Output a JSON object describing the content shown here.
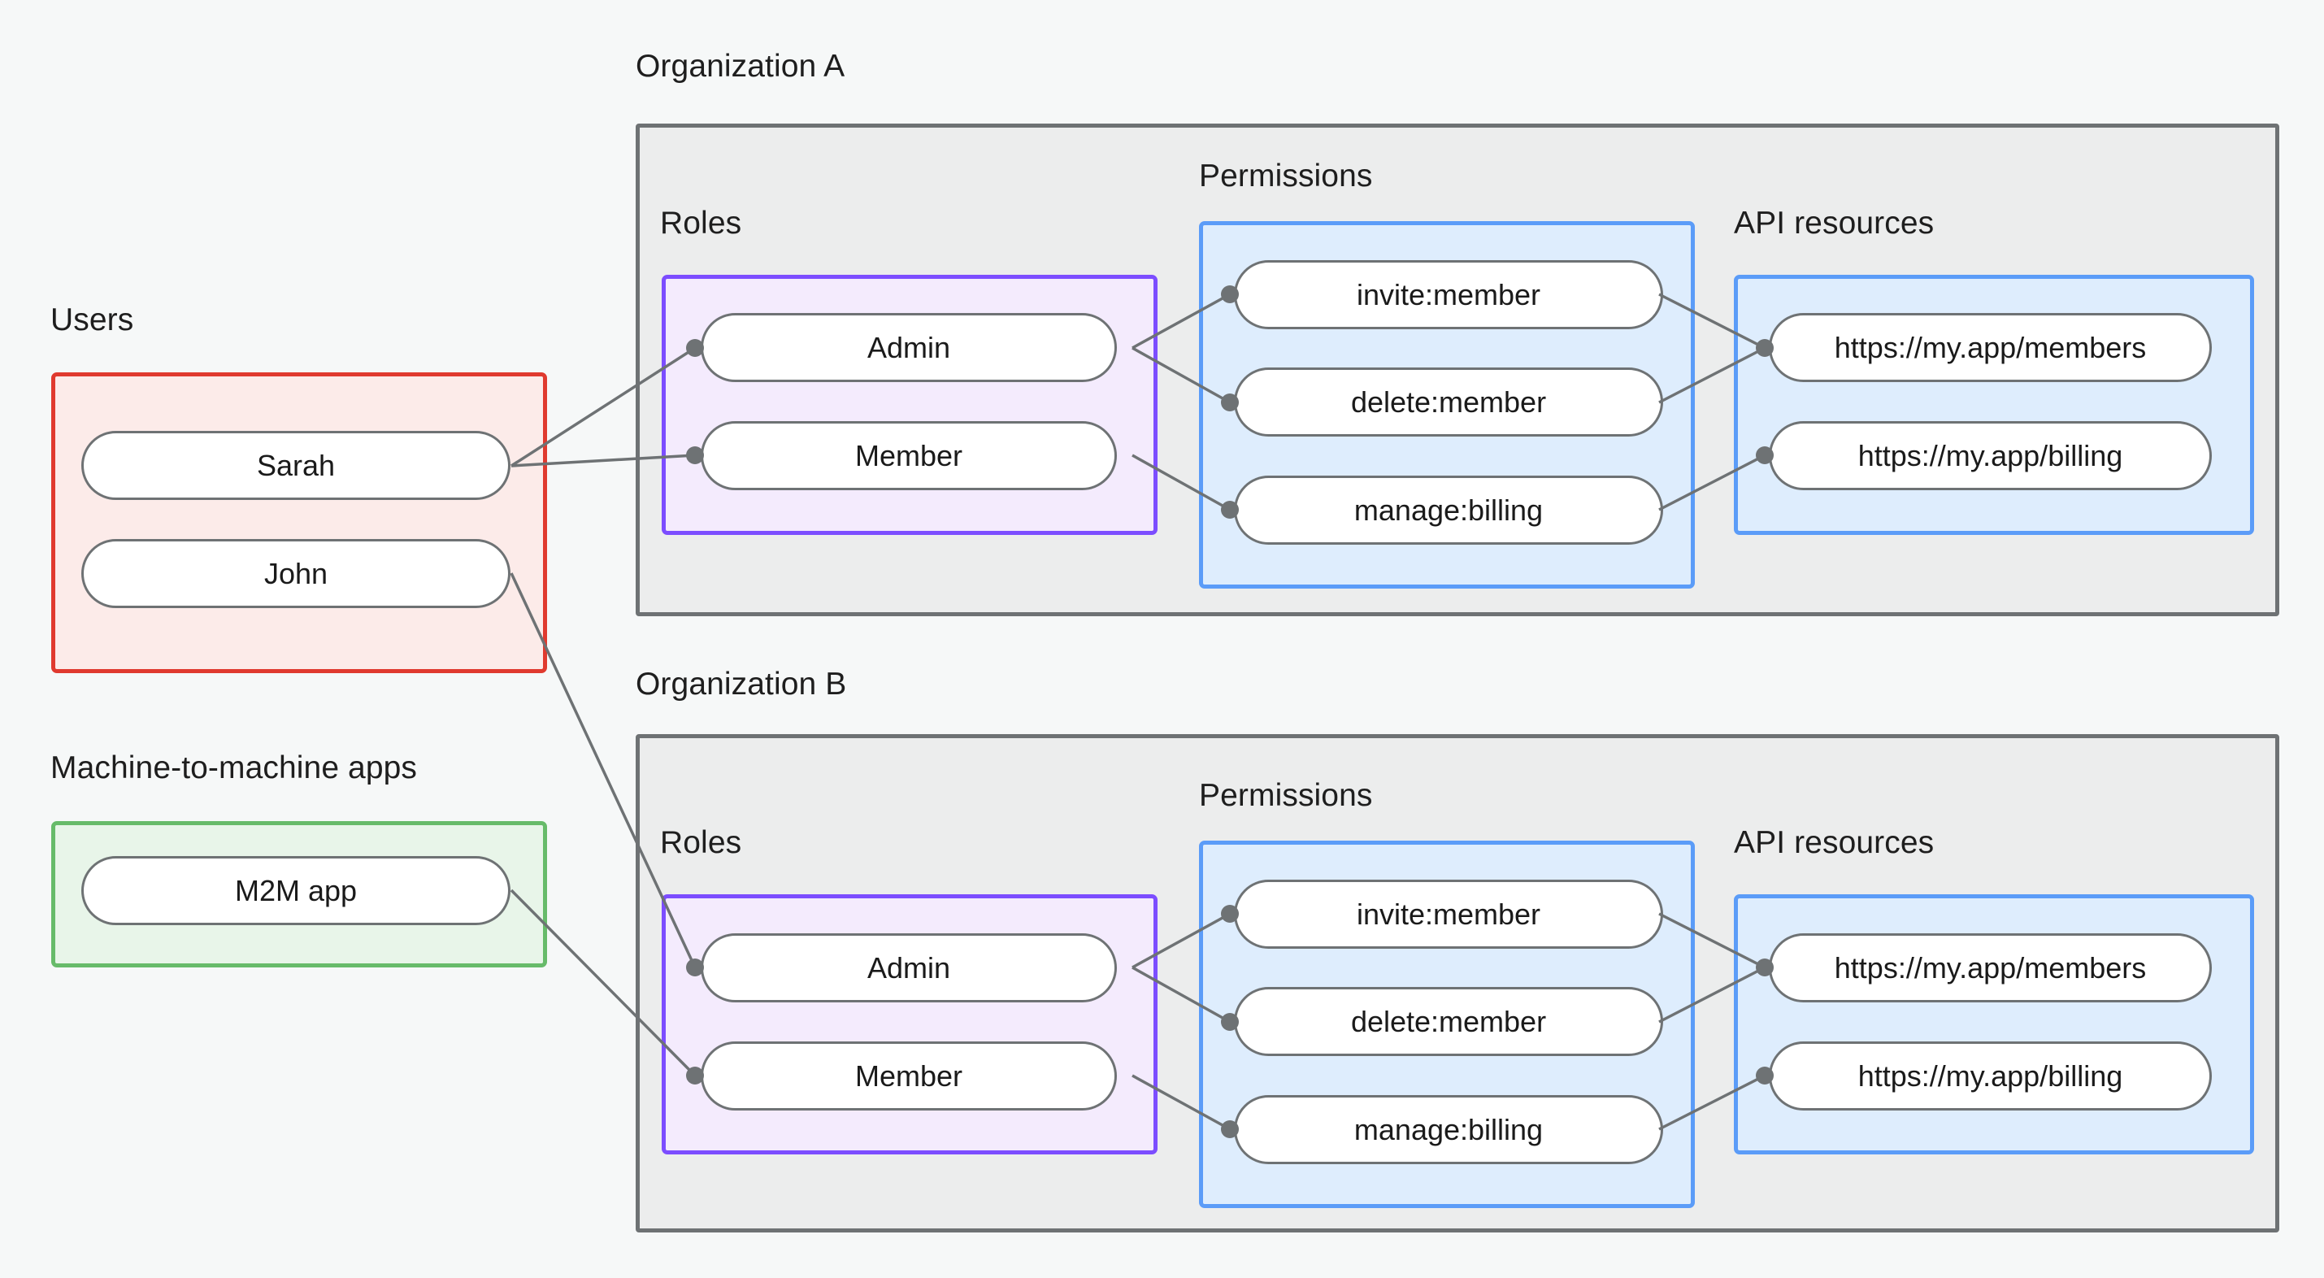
{
  "diagram": {
    "title_org_a": "Organization A",
    "title_org_b": "Organization B",
    "label_users": "Users",
    "label_m2m": "Machine-to-machine apps",
    "label_roles_a": "Roles",
    "label_roles_b": "Roles",
    "label_permissions_a": "Permissions",
    "label_permissions_b": "Permissions",
    "label_api_a": "API resources",
    "label_api_b": "API resources"
  },
  "users": {
    "nodes": [
      {
        "label": "Sarah"
      },
      {
        "label": "John"
      }
    ]
  },
  "m2m": {
    "nodes": [
      {
        "label": "M2M app"
      }
    ]
  },
  "org_a": {
    "roles": [
      {
        "label": "Admin"
      },
      {
        "label": "Member"
      }
    ],
    "permissions": [
      {
        "label": "invite:member"
      },
      {
        "label": "delete:member"
      },
      {
        "label": "manage:billing"
      }
    ],
    "api_resources": [
      {
        "label": "https://my.app/members"
      },
      {
        "label": "https://my.app/billing"
      }
    ]
  },
  "org_b": {
    "roles": [
      {
        "label": "Admin"
      },
      {
        "label": "Member"
      }
    ],
    "permissions": [
      {
        "label": "invite:member"
      },
      {
        "label": "delete:member"
      },
      {
        "label": "manage:billing"
      }
    ],
    "api_resources": [
      {
        "label": "https://my.app/members"
      },
      {
        "label": "https://my.app/billing"
      }
    ]
  },
  "colors": {
    "page_background": "#F6F8F8",
    "org_container_fill": "#ECEDED",
    "org_container_border": "#6E7274",
    "users_fill": "#FCEBE9",
    "users_border": "#E03A2F",
    "m2m_fill": "#E8F5E9",
    "m2m_border": "#67BB6A",
    "roles_fill": "#F4EBFD",
    "roles_border": "#7C4DFF",
    "blue_fill": "#DEEDFD",
    "blue_border": "#5B9CF8",
    "node_fill": "#FFFFFF",
    "node_border": "#6E7274",
    "edge_stroke": "#6E7274",
    "text": "#1A1A1A"
  },
  "connections": [
    {
      "from": "users.Sarah",
      "to": "org_a.roles.Member"
    },
    {
      "from": "users.Sarah",
      "to": "org_a.roles.Admin"
    },
    {
      "from": "users.John",
      "to": "org_b.roles.Admin"
    },
    {
      "from": "m2m.M2M app",
      "to": "org_b.roles.Member"
    },
    {
      "from": "org_a.roles.Admin",
      "to": "org_a.permissions.invite:member"
    },
    {
      "from": "org_a.roles.Admin",
      "to": "org_a.permissions.delete:member"
    },
    {
      "from": "org_a.roles.Member",
      "to": "org_a.permissions.manage:billing"
    },
    {
      "from": "org_a.permissions.invite:member",
      "to": "org_a.api_resources.https://my.app/members"
    },
    {
      "from": "org_a.permissions.delete:member",
      "to": "org_a.api_resources.https://my.app/members"
    },
    {
      "from": "org_a.permissions.manage:billing",
      "to": "org_a.api_resources.https://my.app/billing"
    },
    {
      "from": "org_b.roles.Admin",
      "to": "org_b.permissions.invite:member"
    },
    {
      "from": "org_b.roles.Admin",
      "to": "org_b.permissions.delete:member"
    },
    {
      "from": "org_b.roles.Member",
      "to": "org_b.permissions.manage:billing"
    },
    {
      "from": "org_b.permissions.invite:member",
      "to": "org_b.api_resources.https://my.app/members"
    },
    {
      "from": "org_b.permissions.delete:member",
      "to": "org_b.api_resources.https://my.app/members"
    },
    {
      "from": "org_b.permissions.manage:billing",
      "to": "org_b.api_resources.https://my.app/billing"
    }
  ]
}
